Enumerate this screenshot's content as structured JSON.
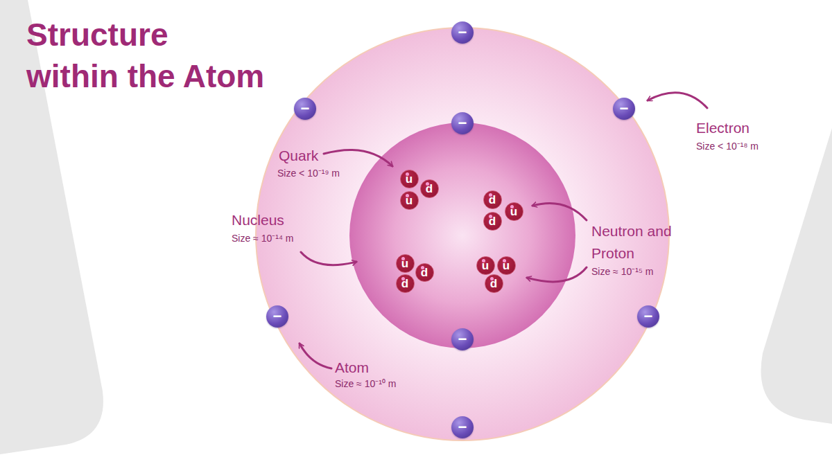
{
  "diagram": {
    "title": "Structure within the Atom",
    "nodes": [
      {
        "text": [
          "−"
        ]
      },
      {
        "text": [
          "−"
        ]
      },
      {
        "text": [
          "−"
        ]
      },
      {
        "text": [
          "−"
        ]
      },
      {
        "text": [
          "u"
        ]
      },
      {
        "text": [
          "d"
        ]
      },
      {
        "text": [
          "u"
        ]
      },
      {
        "text": [
          "d"
        ]
      },
      {
        "text": [
          "u"
        ]
      },
      {
        "text": [
          "d"
        ]
      },
      {
        "text": [
          "u"
        ]
      },
      {
        "text": [
          "d"
        ]
      },
      {
        "text": [
          "d"
        ]
      },
      {
        "text": [
          "u"
        ]
      },
      {
        "text": [
          "u"
        ]
      },
      {
        "text": [
          "d"
        ]
      },
      {
        "text": [
          "−"
        ]
      },
      {
        "text": [
          "−"
        ]
      },
      {
        "text": [
          "−"
        ]
      },
      {
        "text": [
          "−"
        ]
      }
    ],
    "labels": [
      "Quark",
      "Size < 10⁻¹⁹ m",
      "Nucleus",
      "Size ≈ 10⁻¹⁴ m",
      "Neutron and Proton",
      "Size ≈ 10⁻¹⁵ m",
      "Electron",
      "Size < 10⁻¹⁸ m",
      "Atom",
      "Size ≈ 10⁻¹⁰ m"
    ]
  }
}
